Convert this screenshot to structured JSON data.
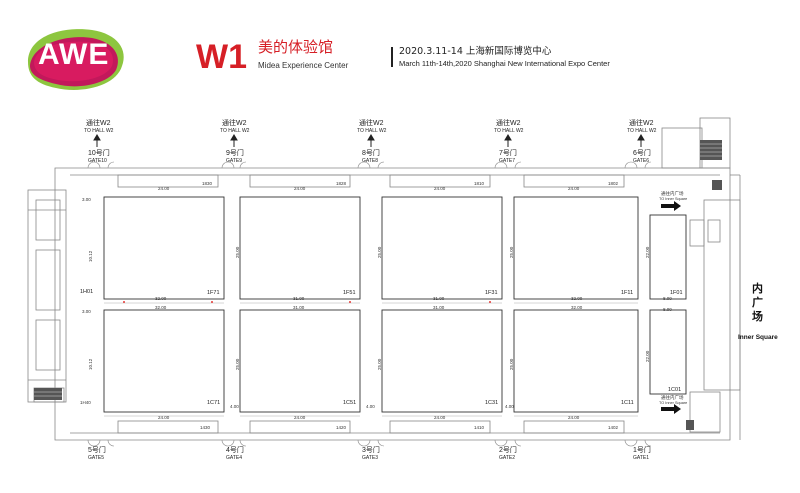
{
  "header": {
    "logo_text": "AWE",
    "hall_code": "W1",
    "hall_name_cn": "美的体验馆",
    "hall_name_en": "Midea Experience Center",
    "date_cn": "2020.3.11-14 上海新国际博览中心",
    "date_en": "March 11th-14th,2020 Shanghai New International Expo Center"
  },
  "colors": {
    "brand_red": "#d61f26",
    "logo_green": "#8dc63f",
    "logo_magenta": "#c2185b",
    "wall": "#888888"
  },
  "top_passages": [
    {
      "cn": "通往W2",
      "en": "TO HALL W2"
    },
    {
      "cn": "通往W2",
      "en": "TO HALL W2"
    },
    {
      "cn": "通往W2",
      "en": "TO HALL W2"
    },
    {
      "cn": "通往W2",
      "en": "TO HALL W2"
    },
    {
      "cn": "通往W2",
      "en": "TO HALL W2"
    }
  ],
  "top_gates": [
    {
      "cn": "10号门",
      "en": "GATE10"
    },
    {
      "cn": "9号门",
      "en": "GATE9"
    },
    {
      "cn": "8号门",
      "en": "GATE8"
    },
    {
      "cn": "7号门",
      "en": "GATE7"
    },
    {
      "cn": "6号门",
      "en": "GATE6"
    }
  ],
  "bottom_gates": [
    {
      "cn": "5号门",
      "en": "GATE5"
    },
    {
      "cn": "4号门",
      "en": "GATE4"
    },
    {
      "cn": "3号门",
      "en": "GATE3"
    },
    {
      "cn": "2号门",
      "en": "GATE2"
    },
    {
      "cn": "1号门",
      "en": "GATE1"
    }
  ],
  "inner_square": {
    "cn": "内广场",
    "en": "Inner Square",
    "pass_cn": "通往内广场",
    "pass_en": "TO Inner Square"
  },
  "booths": {
    "top": [
      "1F71",
      "1F51",
      "1F31",
      "1F11",
      "1F01"
    ],
    "bottom": [
      "1C71",
      "1C51",
      "1C31",
      "1C11",
      "1C01"
    ],
    "side": "1H01"
  },
  "dims": {
    "w24": "24.00",
    "w32": "32.00",
    "w31": "31.00",
    "h25": "25.00",
    "h22": "22.00",
    "h8": "8.00",
    "h3": "3.00",
    "h4": "4.00",
    "v_small": "10.12",
    "labels": [
      "1830",
      "1828",
      "1810",
      "1802",
      "1430",
      "1420",
      "1410",
      "1402",
      "1H40"
    ]
  }
}
